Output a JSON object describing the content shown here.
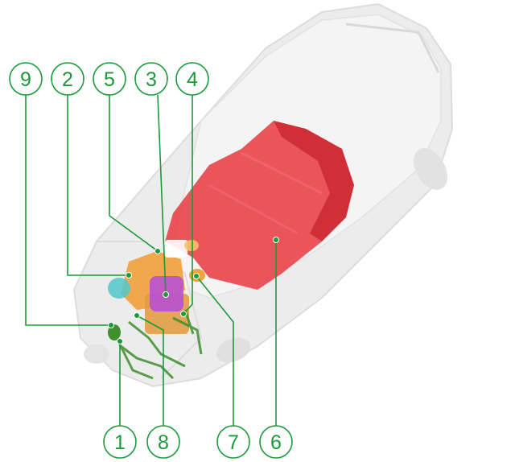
{
  "diagram": {
    "subject": "vehicle-component-locator",
    "callouts": [
      {
        "id": "9",
        "label": "9"
      },
      {
        "id": "2",
        "label": "2"
      },
      {
        "id": "5",
        "label": "5"
      },
      {
        "id": "3",
        "label": "3"
      },
      {
        "id": "4",
        "label": "4"
      },
      {
        "id": "1",
        "label": "1"
      },
      {
        "id": "8",
        "label": "8"
      },
      {
        "id": "7",
        "label": "7"
      },
      {
        "id": "6",
        "label": "6"
      }
    ]
  },
  "colors": {
    "callout": "#1a9a3a",
    "body": "#e6e6e6",
    "battery": "#e8323a",
    "component_orange": "#f2a13c",
    "component_purple": "#b54fd6",
    "component_cyan": "#52c7c9",
    "harness": "#3f8f2d"
  }
}
